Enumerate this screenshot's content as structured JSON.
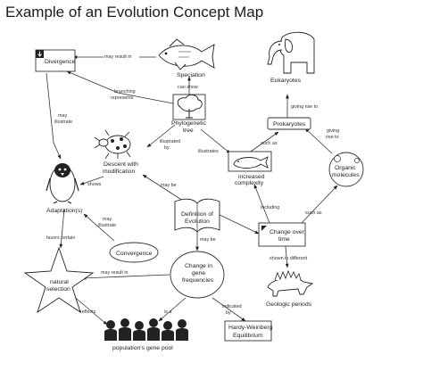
{
  "title": "Example of an Evolution Concept Map",
  "nodes": {
    "divergence": "Divergence",
    "speciation": "Speciation",
    "eukaryotes": "Eukaryotes",
    "prokaryotes": "Prokaryotes",
    "phylogenetic_1": "Phylogenetic",
    "phylogenetic_2": "tree",
    "descent_1": "Descent with",
    "descent_2": "modification",
    "adaptations": "Adaptation(s)",
    "increased_1": "increased",
    "increased_2": "complexity",
    "organic_1": "Organic",
    "organic_2": "molecules",
    "definition_1": "Definition of",
    "definition_2": "Evolution",
    "change_time_1": "Change over",
    "change_time_2": "time",
    "convergence": "Convergence",
    "change_gene_1": "Change in",
    "change_gene_2": "gene",
    "change_gene_3": "frequencies",
    "natural_1": "natural",
    "natural_2": "selection",
    "geologic": "Geologic periods",
    "gene_pool": "population's gene pool",
    "hardy_1": "Hardy-Weinberg",
    "hardy_2": "Equilibrium"
  },
  "edges": {
    "may_result_in_top": "may result in",
    "can_show": "can show",
    "giving_rise_to_1": "giving rise to",
    "branching_1": "branching",
    "branching_2": "represents",
    "may_illustrate_1_a": "may",
    "may_illustrate_1_b": "illustrate",
    "illustrated_1": "illustrated",
    "illustrated_2": "by",
    "illustrates": "illustrates",
    "such_as_1": "such as",
    "giving_rise_to_2_a": "giving",
    "giving_rise_to_2_b": "rise to",
    "shows": "shows",
    "may_be_1": "may be",
    "including": "including",
    "such_as_2": "such as",
    "favors_certain": "favors certain",
    "may_illustrate_2_a": "may",
    "may_illustrate_2_b": "illustrate",
    "may_be_2": "may be",
    "may_result_in_bottom": "may result in",
    "shown_in_different": "shown in different",
    "reflects": "reflects",
    "is_a": "is a",
    "indicated_1": "indicated",
    "indicated_2": "by"
  }
}
